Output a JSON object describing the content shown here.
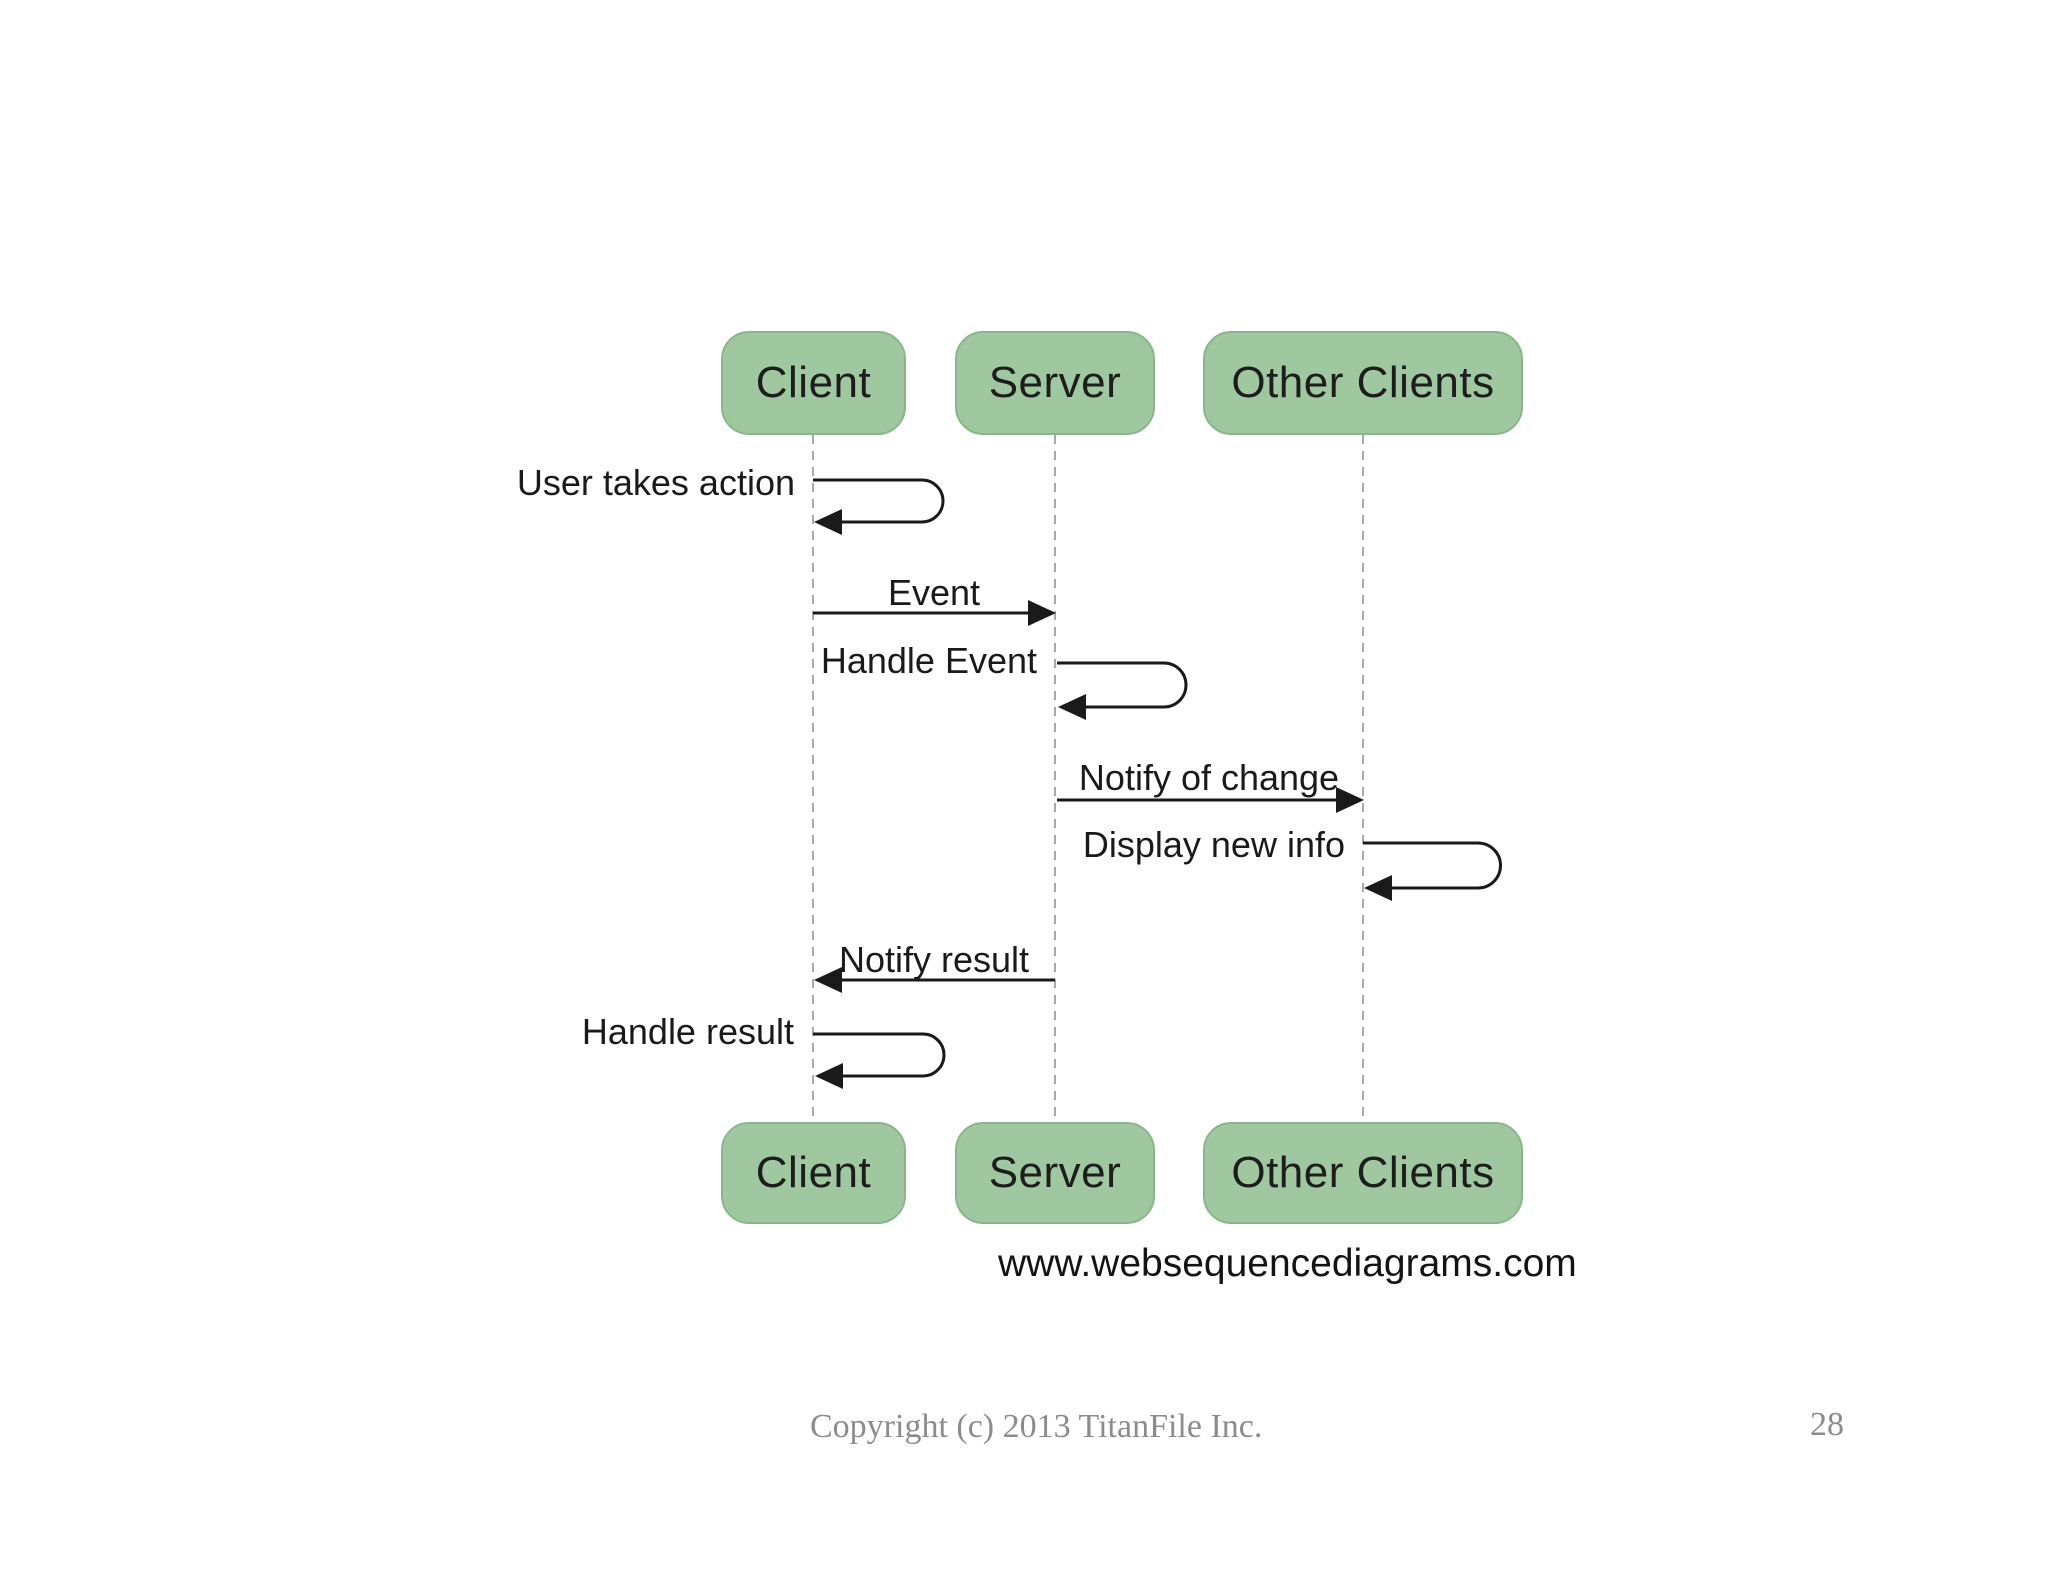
{
  "diagram": {
    "actors": [
      {
        "label": "Client"
      },
      {
        "label": "Server"
      },
      {
        "label": "Other Clients"
      }
    ],
    "messages": [
      {
        "label": "User takes action",
        "kind": "self",
        "actor": "Client"
      },
      {
        "label": "Event",
        "kind": "message",
        "from": "Client",
        "to": "Server"
      },
      {
        "label": "Handle Event",
        "kind": "self",
        "actor": "Server"
      },
      {
        "label": "Notify of change",
        "kind": "message",
        "from": "Server",
        "to": "Other Clients"
      },
      {
        "label": "Display new info",
        "kind": "self",
        "actor": "Other Clients"
      },
      {
        "label": "Notify result",
        "kind": "message",
        "from": "Server",
        "to": "Client"
      },
      {
        "label": "Handle result",
        "kind": "self",
        "actor": "Client"
      }
    ],
    "watermark": "www.websequencediagrams.com",
    "colors": {
      "actor_fill": "#a0c8a0",
      "actor_border": "#8bb58b",
      "lifeline": "#a9a9a9",
      "arrow": "#1a1a1a",
      "label_text": "#1a1a1a"
    }
  },
  "footer": {
    "copyright": "Copyright (c) 2013 TitanFile Inc.",
    "page_number": "28"
  }
}
